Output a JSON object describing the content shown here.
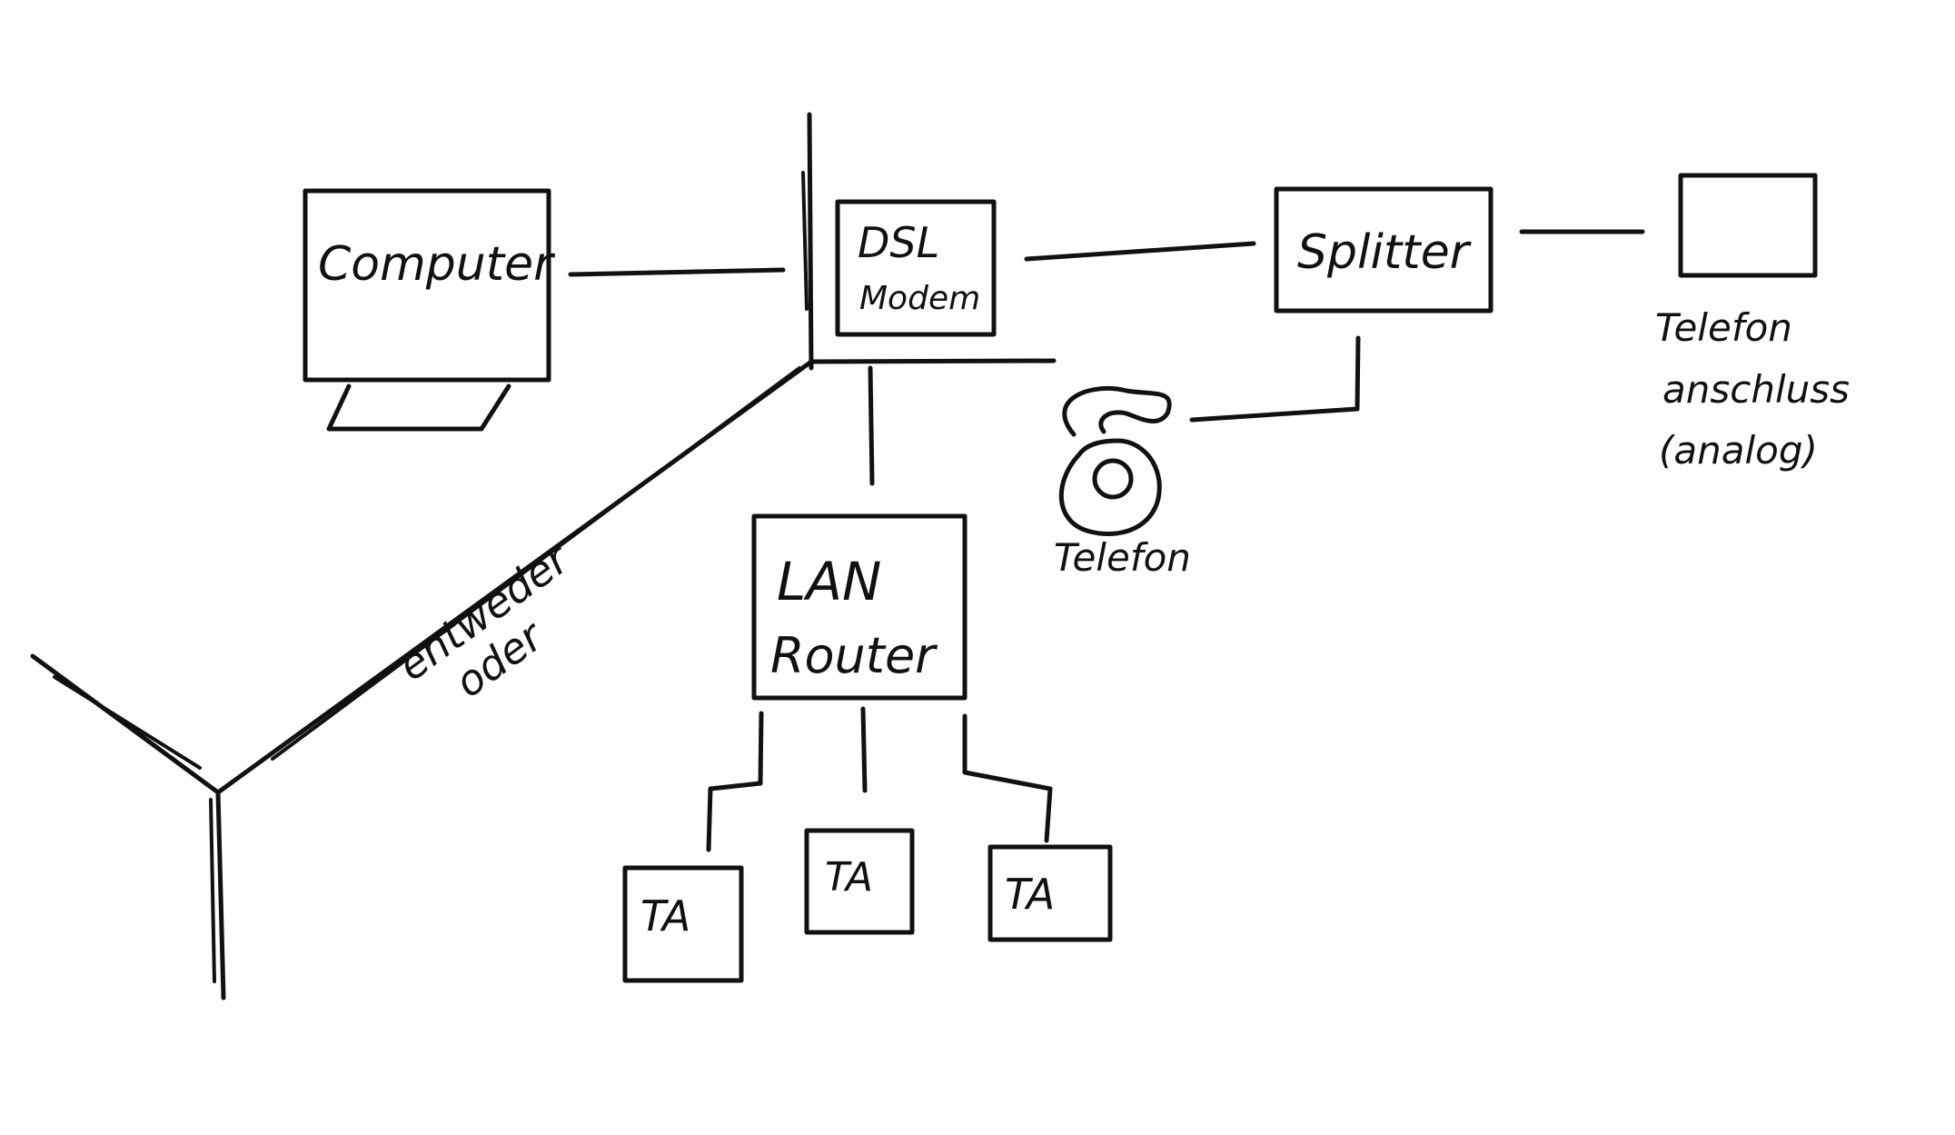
{
  "diagram": {
    "nodes": {
      "computer": "Computer",
      "dsl_modem_line1": "DSL",
      "dsl_modem_line2": "Modem",
      "splitter": "Splitter",
      "telefon": "Telefon",
      "anschluss_line1": "Telefon",
      "anschluss_line2": "anschluss",
      "anschluss_line3": "(analog)",
      "lan_router_line1": "LAN",
      "lan_router_line2": "Router",
      "ta1": "TA",
      "ta2": "TA",
      "ta3": "TA"
    },
    "edge_label_line1": "entweder",
    "edge_label_line2": "oder"
  }
}
